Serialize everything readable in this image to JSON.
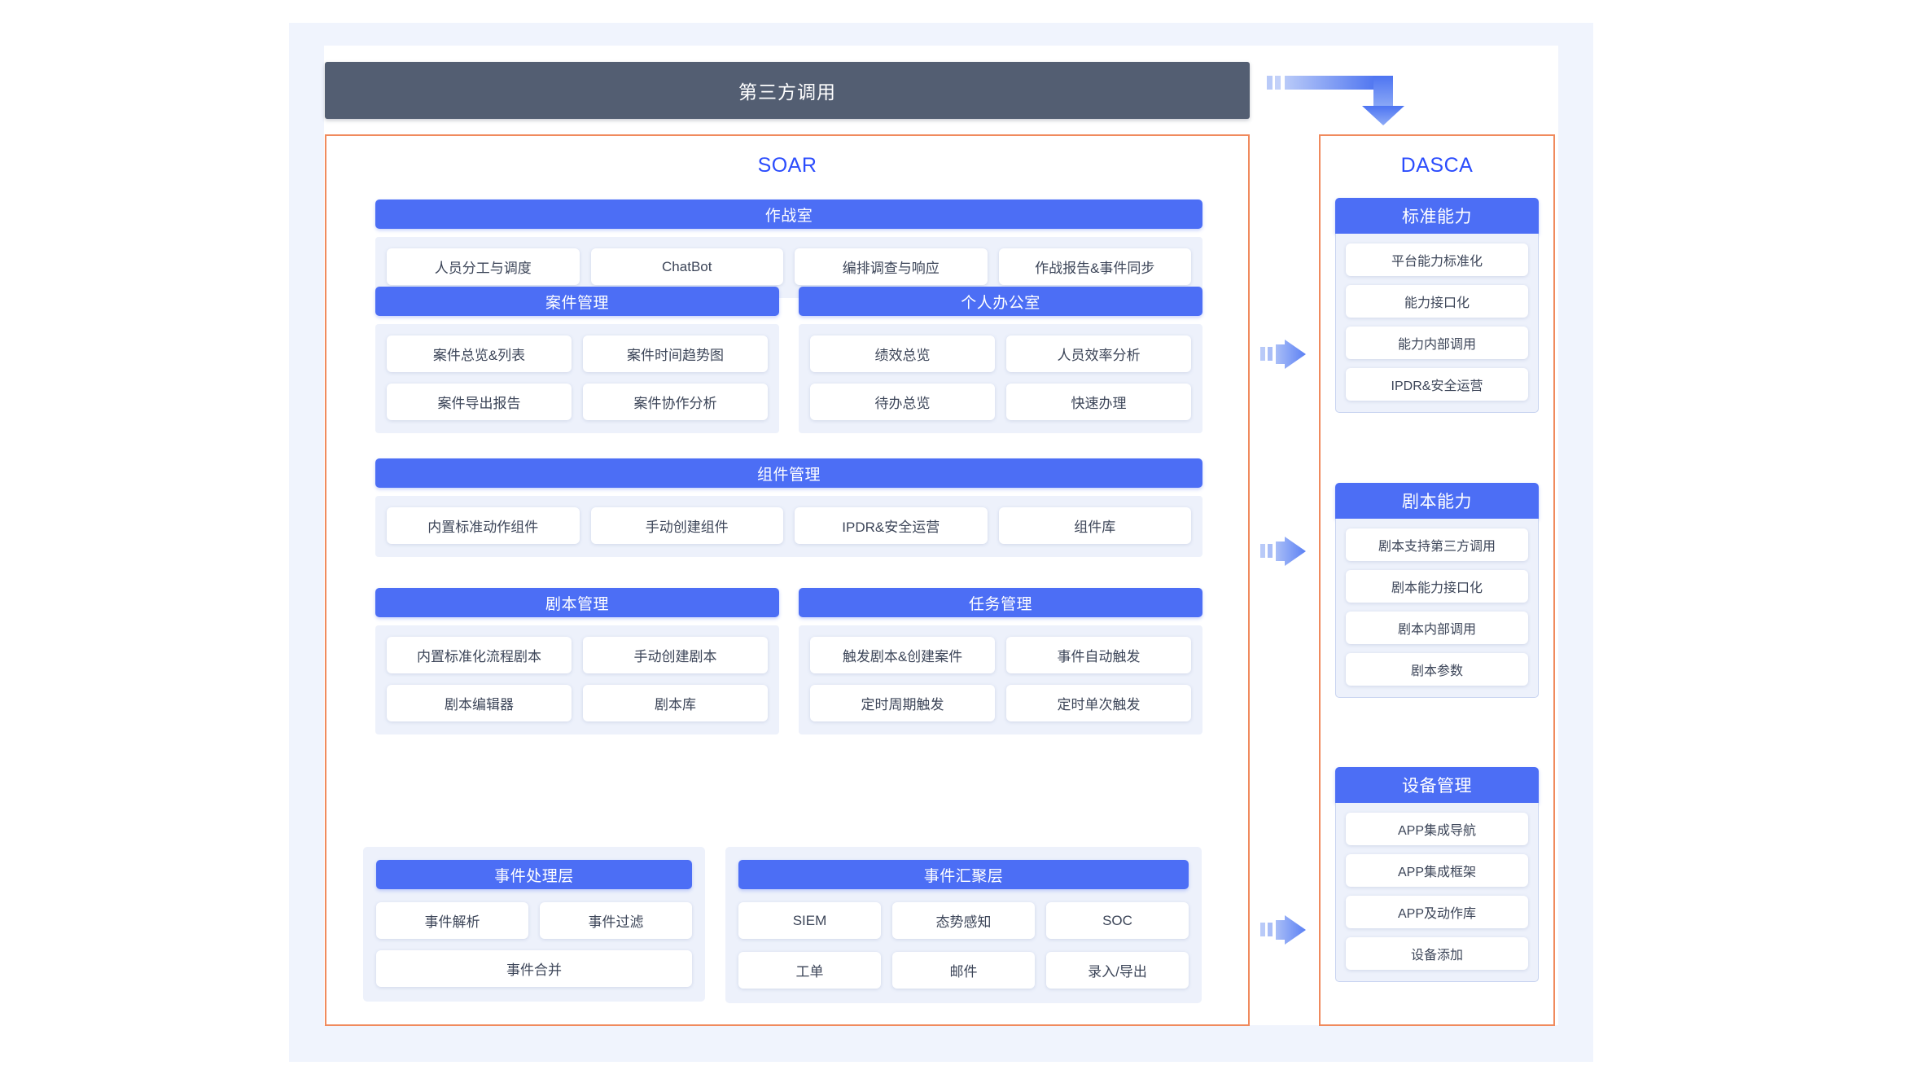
{
  "theme": {
    "page_bg": "#ffffff",
    "frame_bg": "#f0f4fd",
    "panel_bg": "#ffffff",
    "header_dark": "#535e72",
    "header_blue": "#4c6ef5",
    "panel_border_orange": "#f08a5d",
    "group_bg": "#edf1fb",
    "title_blue": "#2b4cfd",
    "item_text": "#3c4558"
  },
  "top_bar": {
    "label": "第三方调用"
  },
  "arrows": {
    "bent_arrow": "bent-arrow-down-icon",
    "motion_arrow": "motion-arrow-right-icon"
  },
  "soar": {
    "title": "SOAR",
    "blocks": [
      {
        "id": "war-room",
        "header": "作战室",
        "items": [
          "人员分工与调度",
          "ChatBot",
          "编排调查与响应",
          "作战报告&事件同步"
        ]
      },
      {
        "id": "case-management",
        "header": "案件管理",
        "items": [
          "案件总览&列表",
          "案件时间趋势图",
          "案件导出报告",
          "案件协作分析"
        ]
      },
      {
        "id": "personal-office",
        "header": "个人办公室",
        "items": [
          "绩效总览",
          "人员效率分析",
          "待办总览",
          "快速办理"
        ]
      },
      {
        "id": "component-management",
        "header": "组件管理",
        "items": [
          "内置标准动作组件",
          "手动创建组件",
          "IPDR&安全运营",
          "组件库"
        ]
      },
      {
        "id": "playbook-management",
        "header": "剧本管理",
        "items": [
          "内置标准化流程剧本",
          "手动创建剧本",
          "剧本编辑器",
          "剧本库"
        ]
      },
      {
        "id": "task-management",
        "header": "任务管理",
        "items": [
          "触发剧本&创建案件",
          "事件自动触发",
          "定时周期触发",
          "定时单次触发"
        ]
      }
    ],
    "event_process": {
      "header": "事件处理层",
      "row_items": [
        "事件解析",
        "事件过滤"
      ],
      "full_item": "事件合并"
    },
    "event_collect": {
      "header": "事件汇聚层",
      "row1": [
        "SIEM",
        "态势感知",
        "SOC"
      ],
      "row2": [
        "工单",
        "邮件",
        "录入/导出"
      ]
    }
  },
  "dasca": {
    "title": "DASCA",
    "groups": [
      {
        "id": "standard-capability",
        "header": "标准能力",
        "items": [
          "平台能力标准化",
          "能力接口化",
          "能力内部调用",
          "IPDR&安全运营"
        ]
      },
      {
        "id": "playbook-capability",
        "header": "剧本能力",
        "items": [
          "剧本支持第三方调用",
          "剧本能力接口化",
          "剧本内部调用",
          "剧本参数"
        ]
      },
      {
        "id": "device-management",
        "header": "设备管理",
        "items": [
          "APP集成导航",
          "APP集成框架",
          "APP及动作库",
          "设备添加"
        ]
      }
    ]
  }
}
